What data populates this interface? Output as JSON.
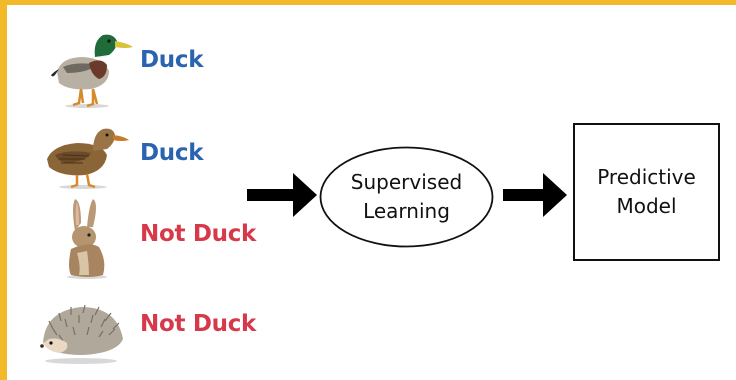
{
  "examples": [
    {
      "animal": "mallard-drake",
      "label": "Duck",
      "label_class": "duck"
    },
    {
      "animal": "mallard-hen",
      "label": "Duck",
      "label_class": "duck"
    },
    {
      "animal": "rabbit",
      "label": "Not Duck",
      "label_class": "notduck"
    },
    {
      "animal": "hedgehog",
      "label": "Not Duck",
      "label_class": "notduck"
    }
  ],
  "process": {
    "line1": "Supervised",
    "line2": "Learning"
  },
  "output": {
    "line1": "Predictive",
    "line2": "Model"
  },
  "colors": {
    "frame": "#f2b928",
    "duck_label": "#2a63b0",
    "not_duck_label": "#d63a4a",
    "arrow": "#000000"
  }
}
